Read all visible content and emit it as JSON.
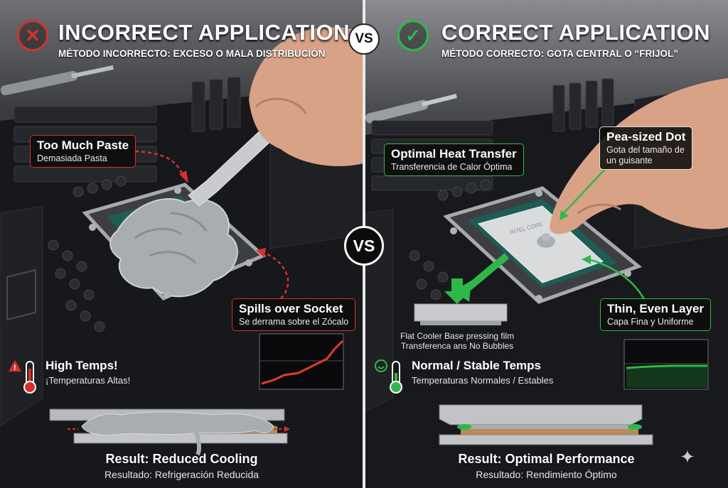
{
  "left": {
    "title": "INCORRECT APPLICATION",
    "subtitle": "MÉTODO INCORRECTO: EXCESO O MALA DISTRIBUCIÓN",
    "status_icon": "x-circle-icon",
    "callouts": [
      {
        "title": "Too Much Paste",
        "subtitle": "Demasiada Pasta"
      },
      {
        "title": "Spills over Socket",
        "subtitle": "Se derrama sobre el Zócalo"
      }
    ],
    "temp_title": "High Temps!",
    "temp_sub": "¡Temperaturas Altas!",
    "result_title": "Result: Reduced Cooling",
    "result_sub": "Resultado: Refrigeración Reducida",
    "accent": "#d6312b"
  },
  "right": {
    "title": "CORRECT APPLICATION",
    "subtitle": "MÉTODO CORRECTO: GOTA CENTRAL O “FRIJOL”",
    "status_icon": "check-circle-icon",
    "callouts": [
      {
        "title": "Optimal Heat Transfer",
        "subtitle": "Transferencia de Calor Óptima"
      },
      {
        "title": "Pea-sized Dot",
        "subtitle_line1": "Gota del tamaño de",
        "subtitle_line2": "un guisante"
      },
      {
        "title": "Thin, Even Layer",
        "subtitle": "Capa Fina y Uniforme"
      }
    ],
    "film_caption_line1": "Flat Cooler Base pressing film",
    "film_caption_line2": "Transferenca ans No Bubbles",
    "temp_title": "Normal / Stable Temps",
    "temp_sub": "Temperaturas Normales / Estables",
    "result_title": "Result: Optimal Performance",
    "result_sub": "Resultado: Rendimiento Óptimo",
    "accent": "#2fb84a"
  },
  "vs_label": "VS"
}
